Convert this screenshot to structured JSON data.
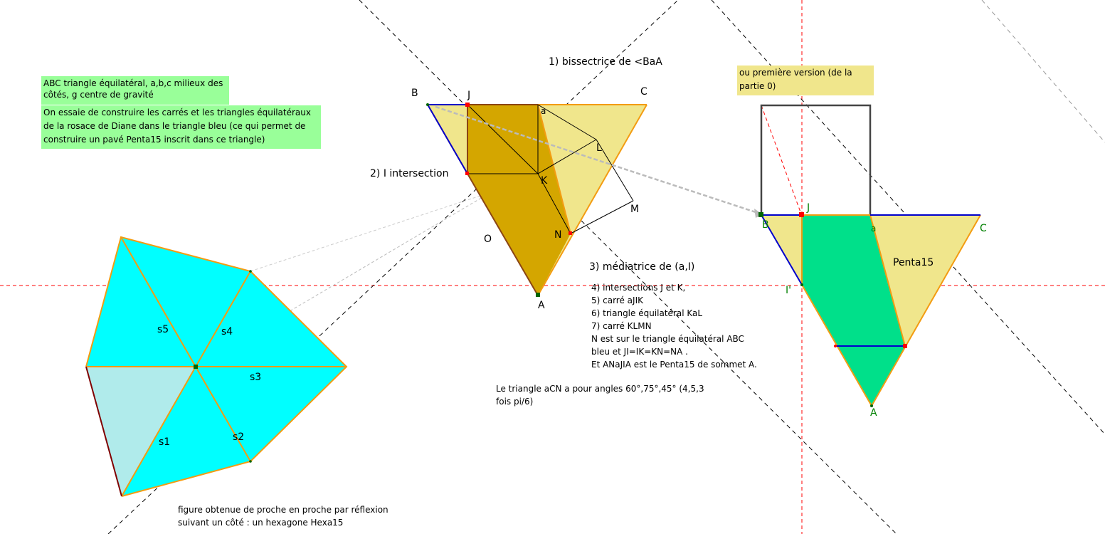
{
  "notes": {
    "abc": [
      "ABC triangle équilatéral, a,b,c milieux des",
      "côtés, g centre de gravité"
    ],
    "essai": [
      "On essaie de construire les carrés et les triangles équilatéraux",
      "de la rosace de Diane dans le triangle bleu (ce qui permet de",
      "construire un pavé Penta15 inscrit dans ce triangle)"
    ],
    "premiere": [
      "ou première version (de la",
      "partie 0)"
    ],
    "steps": [
      "4) intersections J et K,",
      "5) carré aJIK",
      "6) triangle équilatéral KaL",
      "7) carré KLMN",
      "N est sur le triangle équilatéral ABC",
      "bleu et  JI=IK=KN=NA .",
      "Et ANaJIA est le Penta15 de sommet A."
    ],
    "angles": [
      "Le triangle aCN a pour angles 60°,75°,45° (4,5,3",
      "fois pi/6)"
    ],
    "hexa": [
      "figure obtenue de proche en proche par réflexion",
      "suivant un côté : un hexagone Hexa15"
    ]
  },
  "titles": {
    "bissectrice": "1) bissectrice de <BaA",
    "intersection": "2) I intersection",
    "mediatrice": "3) médiatrice de (a,I)"
  },
  "center_labels": {
    "B": "B",
    "J": "J",
    "C": "C",
    "a": "a",
    "L": "L",
    "K": "K",
    "M": "M",
    "N": "N",
    "O": "O",
    "A": "A"
  },
  "right_labels": {
    "B": "B",
    "J": "J",
    "a": "a",
    "C": "C",
    "I": "I'",
    "A": "A",
    "penta": "Penta15"
  },
  "hexa_labels": {
    "s1": "s1",
    "s2": "s2",
    "s3": "s3",
    "s4": "s4",
    "s5": "s5"
  },
  "colors": {
    "cyan": "#00ffff",
    "light_cyan": "#b0ebeb",
    "khaki": "#f0e68c",
    "gold": "#d4a600",
    "green_fill": "#00e08a",
    "orange_edge": "#f39c12",
    "blue_edge": "#0000cc",
    "dark_edge": "#444444",
    "red_dashed": "#ff0000"
  }
}
